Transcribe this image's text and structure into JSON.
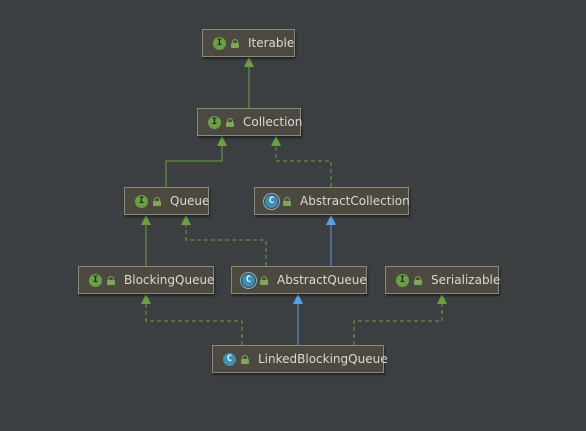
{
  "diagram": {
    "nodes": [
      {
        "id": "Iterable",
        "label": "Iterable",
        "kind": "interface",
        "kind_letter": "I",
        "visibility_icon": "unlock-icon"
      },
      {
        "id": "Collection",
        "label": "Collection",
        "kind": "interface",
        "kind_letter": "I",
        "visibility_icon": "unlock-icon"
      },
      {
        "id": "Queue",
        "label": "Queue",
        "kind": "interface",
        "kind_letter": "I",
        "visibility_icon": "unlock-icon"
      },
      {
        "id": "AbstractCollection",
        "label": "AbstractCollection",
        "kind": "abstract-class",
        "kind_letter": "C",
        "visibility_icon": "unlock-icon"
      },
      {
        "id": "BlockingQueue",
        "label": "BlockingQueue",
        "kind": "interface",
        "kind_letter": "I",
        "visibility_icon": "unlock-icon"
      },
      {
        "id": "AbstractQueue",
        "label": "AbstractQueue",
        "kind": "abstract-class",
        "kind_letter": "C",
        "visibility_icon": "unlock-icon"
      },
      {
        "id": "Serializable",
        "label": "Serializable",
        "kind": "interface",
        "kind_letter": "I",
        "visibility_icon": "unlock-icon"
      },
      {
        "id": "LinkedBlockingQueue",
        "label": "LinkedBlockingQueue",
        "kind": "class",
        "kind_letter": "C",
        "visibility_icon": "unlock-icon"
      }
    ],
    "edges": [
      {
        "from": "Collection",
        "to": "Iterable",
        "relation": "extends-interface",
        "style": "solid",
        "color": "#6a9f45"
      },
      {
        "from": "Queue",
        "to": "Collection",
        "relation": "extends-interface",
        "style": "solid",
        "color": "#6a9f45"
      },
      {
        "from": "AbstractCollection",
        "to": "Collection",
        "relation": "implements",
        "style": "dashed",
        "color": "#6a9f45"
      },
      {
        "from": "BlockingQueue",
        "to": "Queue",
        "relation": "extends-interface",
        "style": "solid",
        "color": "#6a9f45"
      },
      {
        "from": "AbstractQueue",
        "to": "Queue",
        "relation": "implements",
        "style": "dashed",
        "color": "#6a9f45"
      },
      {
        "from": "AbstractQueue",
        "to": "AbstractCollection",
        "relation": "extends-class",
        "style": "solid",
        "color": "#5c9ee8"
      },
      {
        "from": "LinkedBlockingQueue",
        "to": "BlockingQueue",
        "relation": "implements",
        "style": "dashed",
        "color": "#6a9f45"
      },
      {
        "from": "LinkedBlockingQueue",
        "to": "AbstractQueue",
        "relation": "extends-class",
        "style": "solid",
        "color": "#5c9ee8"
      },
      {
        "from": "LinkedBlockingQueue",
        "to": "Serializable",
        "relation": "implements",
        "style": "dashed",
        "color": "#6a9f45"
      }
    ]
  },
  "colors": {
    "background": "#3c3f41",
    "node_fill": "#4c4a40",
    "node_border": "#8a8a7a",
    "node_text": "#d9d9d9",
    "interface_icon": "#6a9f45",
    "class_icon": "#3f8fb5",
    "implements_arrow": "#6a9f45",
    "extends_class_arrow": "#5c9ee8"
  }
}
